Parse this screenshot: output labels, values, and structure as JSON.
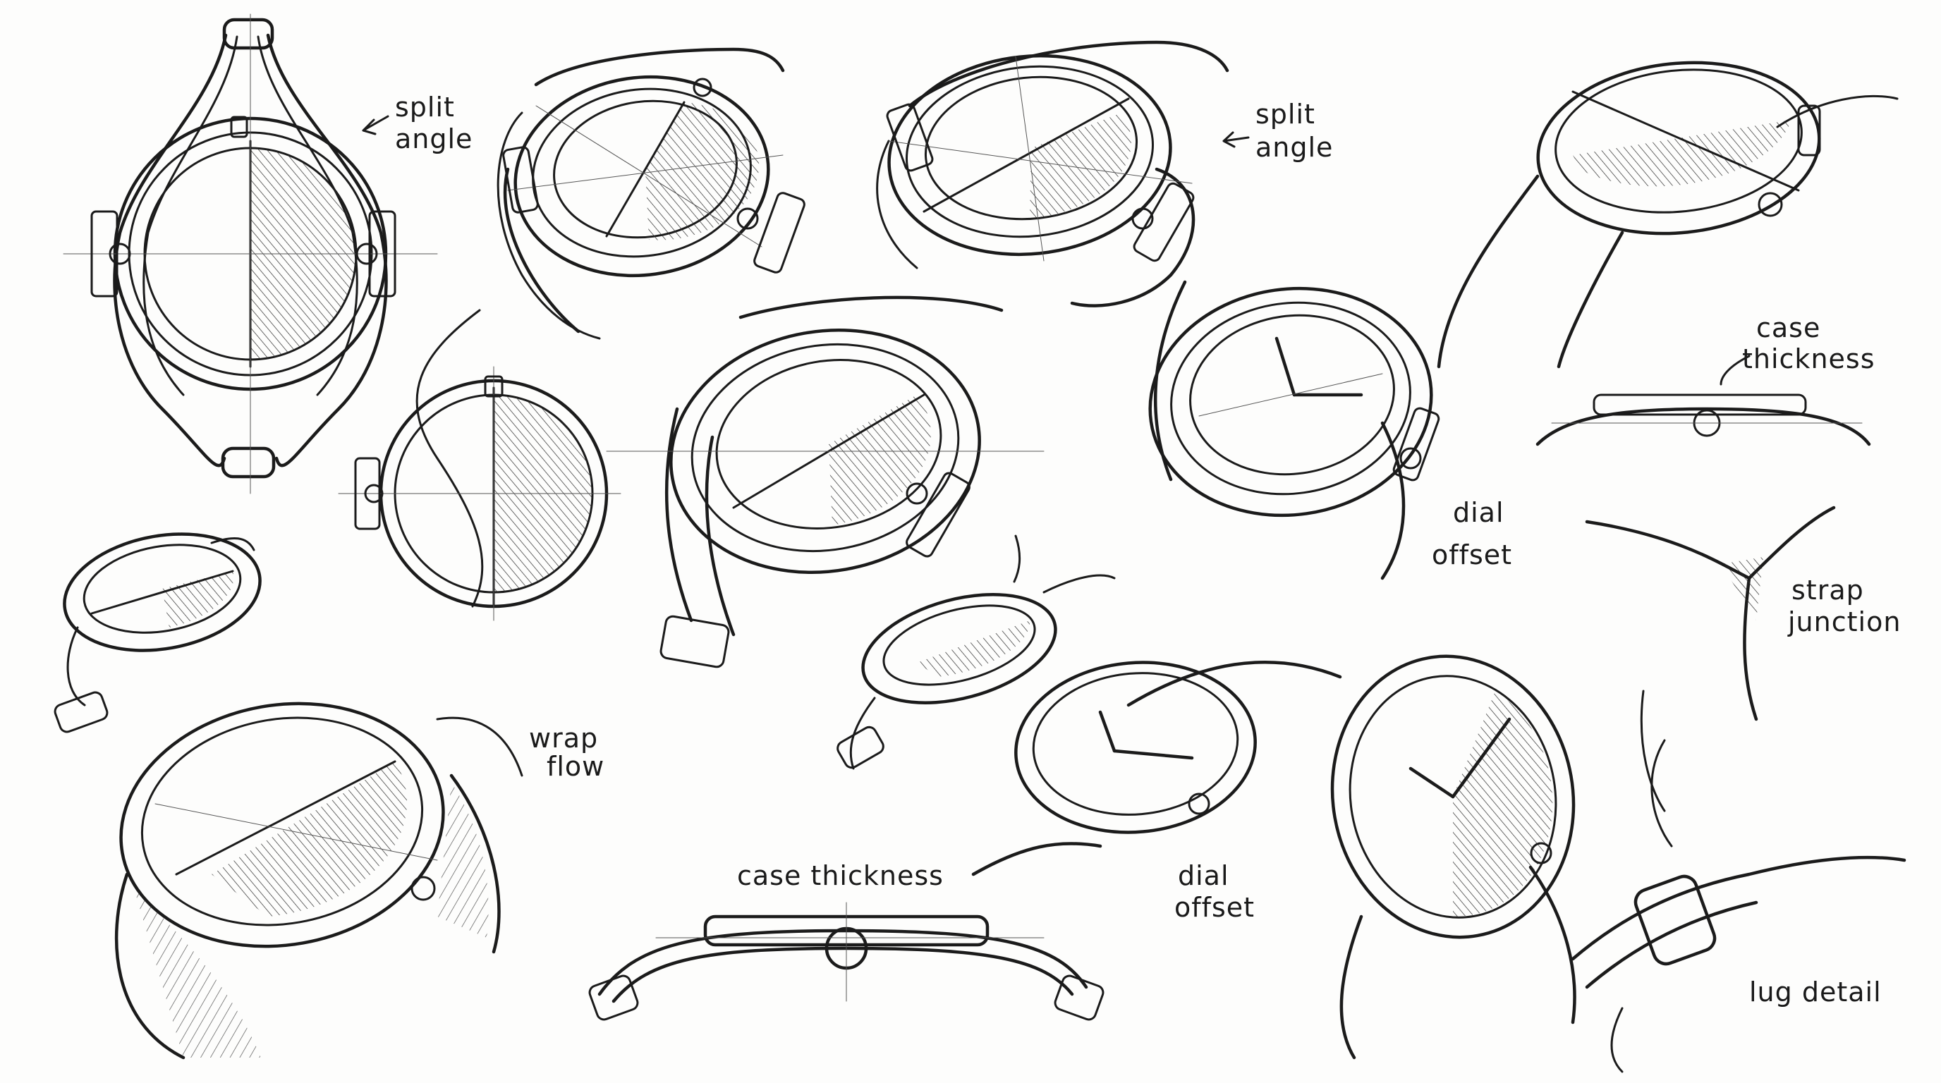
{
  "annotations": {
    "split_angle_1": [
      "split",
      "angle"
    ],
    "split_angle_2": [
      "split",
      "angle"
    ],
    "case_thickness_1": [
      "case",
      "thickness"
    ],
    "case_thickness_2": "case thickness",
    "dial_offset_1": [
      "dial",
      "offset"
    ],
    "dial_offset_2": [
      "dial",
      "offset"
    ],
    "strap_junction": [
      "strap",
      "junction"
    ],
    "wrap_flow": [
      "wrap",
      "flow"
    ],
    "lug_detail": "lug detail"
  },
  "style": {
    "ink": "#1b1b1b",
    "paper": "#fdfdfc"
  }
}
